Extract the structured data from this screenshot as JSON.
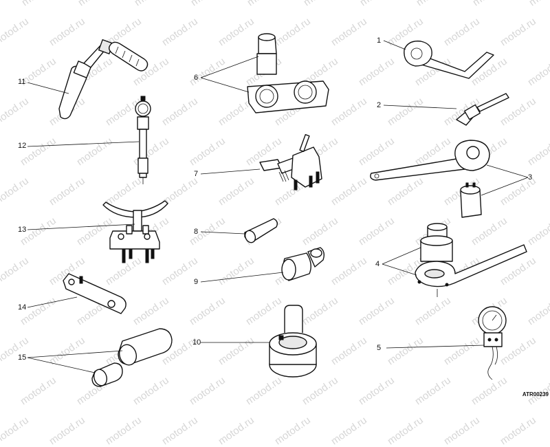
{
  "watermark_text": "motod.ru",
  "reference_code": "ATR00239",
  "labels": {
    "l1": "1",
    "l2": "2",
    "l3": "3",
    "l4": "4",
    "l5": "5",
    "l6": "6",
    "l7": "7",
    "l8": "8",
    "l9": "9",
    "l10": "10",
    "l11": "11",
    "l12": "12",
    "l13": "13",
    "l14": "14",
    "l15": "15"
  },
  "colors": {
    "line": "#111111",
    "watermark": "#d6d6d6",
    "background": "#ffffff"
  }
}
